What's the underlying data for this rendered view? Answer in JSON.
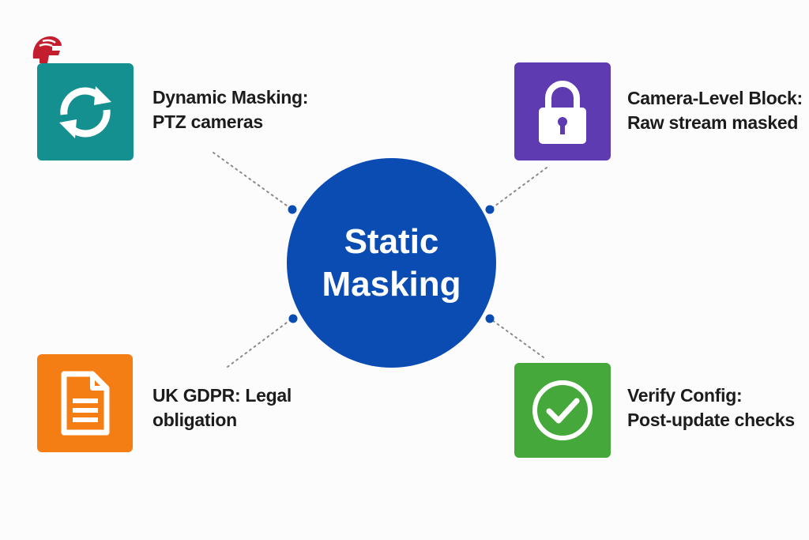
{
  "center": {
    "line1": "Static",
    "line2": "Masking",
    "color": "#0b4cb3"
  },
  "nodes": [
    {
      "id": "dynamic",
      "line1": "Dynamic Masking:",
      "line2": "PTZ cameras",
      "icon": "refresh-icon",
      "color": "#13908f"
    },
    {
      "id": "camera",
      "line1": "Camera-Level Block:",
      "line2": "Raw stream masked",
      "icon": "lock-icon",
      "color": "#5e3bb0"
    },
    {
      "id": "gdpr",
      "line1": "UK GDPR: Legal",
      "line2": "obligation",
      "icon": "document-icon",
      "color": "#f47e14"
    },
    {
      "id": "verify",
      "line1": "Verify Config:",
      "line2": "Post-update checks",
      "icon": "check-circle-icon",
      "color": "#45a83a"
    }
  ],
  "logo": {
    "icon": "helmet-logo-icon",
    "color": "#c41e2e"
  },
  "connector_color": "#8a8a8a",
  "dot_color": "#0b4cb3"
}
